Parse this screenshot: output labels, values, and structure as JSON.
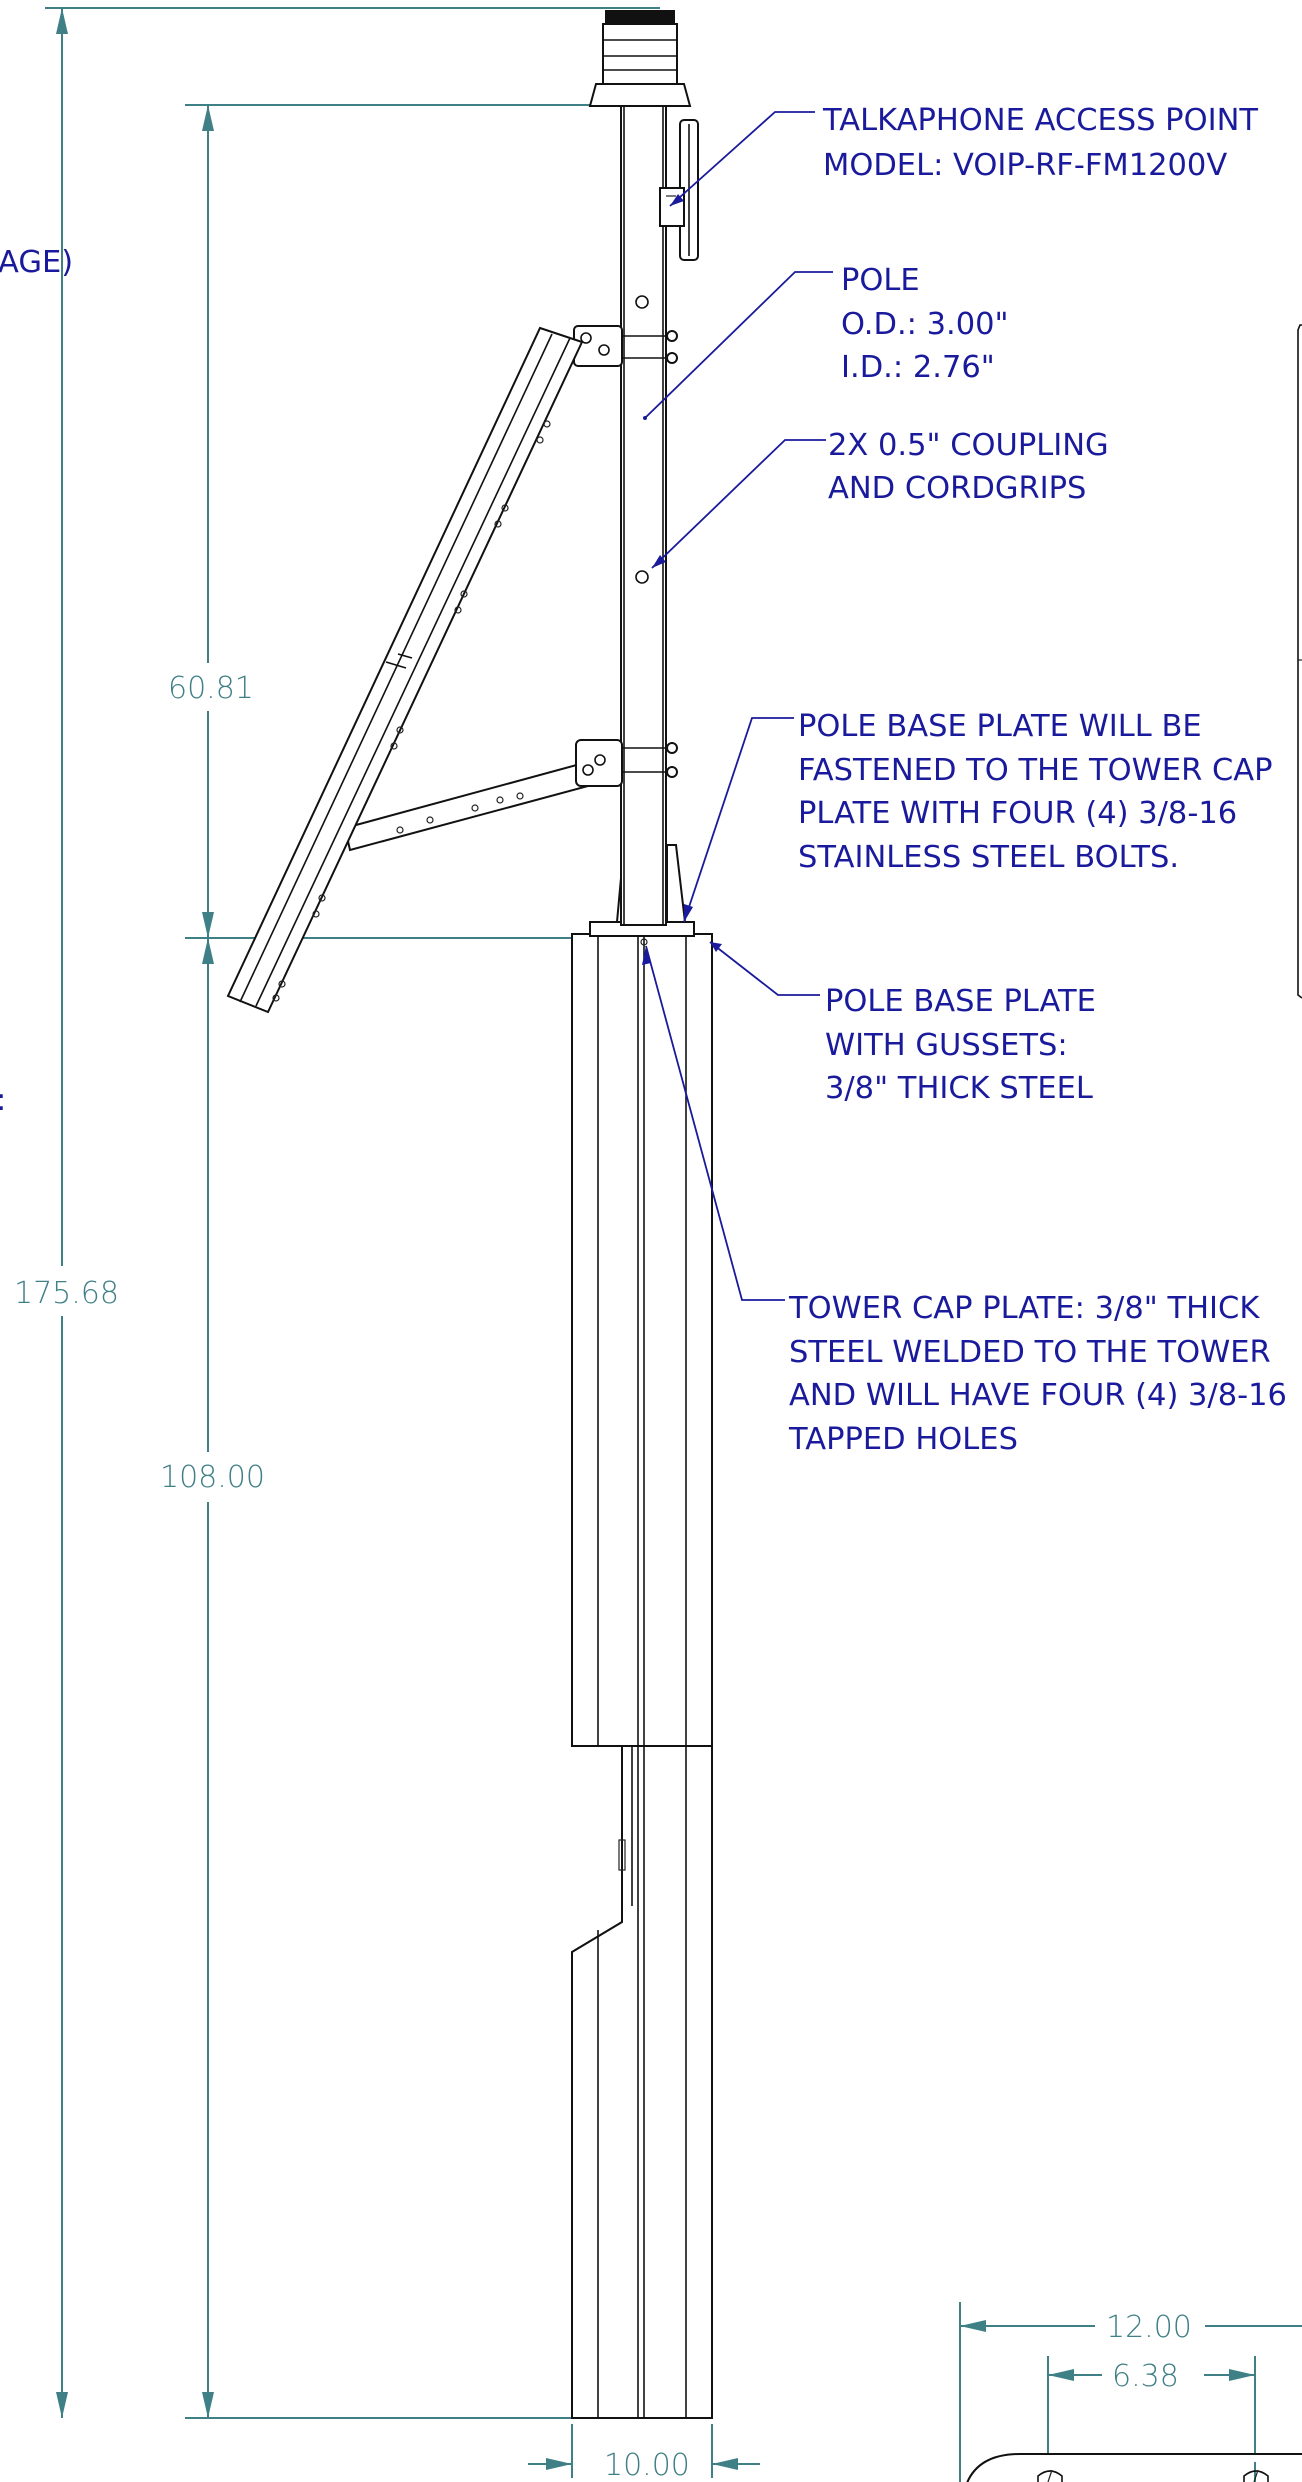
{
  "callouts": {
    "access_point": {
      "line1": "TALKAPHONE ACCESS POINT",
      "line2": "MODEL: VOIP-RF-FM1200V"
    },
    "pole": {
      "line1": "POLE",
      "line2": "O.D.: 3.00\"",
      "line3": "I.D.: 2.76\""
    },
    "coupling": {
      "line1": "2X 0.5\" COUPLING",
      "line2": "AND CORDGRIPS"
    },
    "base_plate_fastening": {
      "line1": "POLE BASE PLATE WILL BE",
      "line2": "FASTENED TO THE TOWER CAP",
      "line3": "PLATE WITH FOUR (4) 3/8-16",
      "line4": "STAINLESS STEEL BOLTS."
    },
    "base_plate_gussets": {
      "line1": "POLE BASE PLATE",
      "line2": "WITH GUSSETS:",
      "line3": "3/8\" THICK STEEL"
    },
    "tower_cap": {
      "line1": "TOWER CAP PLATE: 3/8\" THICK",
      "line2": "STEEL WELDED TO THE TOWER",
      "line3": "AND WILL HAVE FOUR (4) 3/8-16",
      "line4": "TAPPED HOLES"
    }
  },
  "cropped_text": {
    "left_top": "AGE)",
    "left_mid": ":"
  },
  "dimensions": {
    "pole_height": "60.81",
    "overall_height": "175.68",
    "tower_height": "108.00",
    "tower_width": "10.00",
    "plate_width": "12.00",
    "hole_spacing": "6.38"
  },
  "colors": {
    "callout_text": "#1a1a9c",
    "dimension": "#3f7f86",
    "outline": "#111111"
  }
}
